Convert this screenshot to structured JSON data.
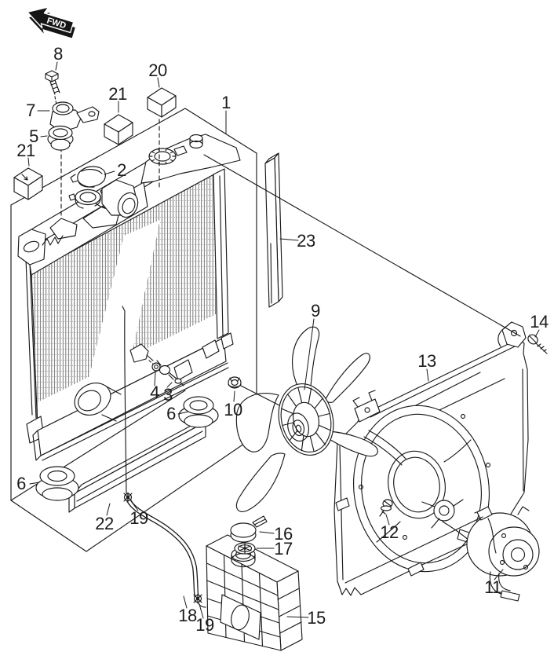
{
  "badge": {
    "label": "FWD"
  },
  "callouts": {
    "c1": "1",
    "c2": "2",
    "c3": "3",
    "c4": "4",
    "c5": "5",
    "c6_left": "6",
    "c6_mid": "6",
    "c7": "7",
    "c8": "8",
    "c9": "9",
    "c10": "10",
    "c11": "11",
    "c12": "12",
    "c13": "13",
    "c14": "14",
    "c15": "15",
    "c16": "16",
    "c17": "17",
    "c18": "18",
    "c19_upper": "19",
    "c19_lower": "19",
    "c20": "20",
    "c21_left": "21",
    "c21_mid": "21",
    "c22": "22",
    "c23": "23"
  }
}
